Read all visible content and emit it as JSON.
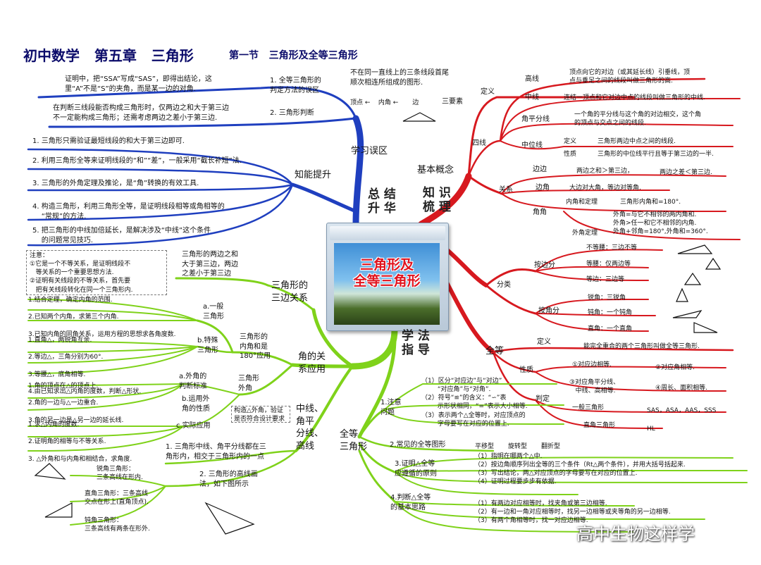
{
  "header": {
    "title": "初中数学   第五章   三角形",
    "section": "第一节   三角形及全等三角形"
  },
  "center": {
    "title": "三角形及\n全等三角形"
  },
  "watermark": "高中生物这样学",
  "branches": {
    "review": {
      "label": "总 结\n升 华",
      "mistakes_label": "学习误区",
      "mistakes": [
        {
          "label": "1. 全等三角形的\n判定方法的误区",
          "detail": "证明中，把“SSA”写成“SAS”，即得出结论，这\n里“A”不是“S”的夹角，而是某一边的对角."
        },
        {
          "label": "2. 三角形判断",
          "detail": "在判断三线段能否构成三角形时，仅两边之和大于第三边\n不一定能构成三角形；还需考虑两边之差小于第三边."
        }
      ],
      "improve_label": "知能提升",
      "improve": [
        "1. 三角形只需验证最短线段的和大于第三边即可.",
        "2. 利用三角形全等来证明线段的“和”“差”，一般采用“截长补短”法.",
        "3. 三角形的外角定理及推论，是“角”转换的有效工具.",
        "4. 构造三角形，利用三角形全等，是证明线段相等或角相等的\n    “常规”的方法.",
        "5. 把三角形的中线加倍延长，是解决涉及“中线”这个条件\n    的问题常见技巧."
      ]
    },
    "knowledge": {
      "label": "知 识\n梳 理",
      "basic_label": "基本概念",
      "definition_label": "定义",
      "definition_text": "不在同一直线上的三条线段首尾\n顺次相连所组成的图形.",
      "elements_line": "顶点 ←    内角 ←       边",
      "three_elements": "三要素",
      "four_lines_label": "四线",
      "lines": [
        {
          "name": "高线",
          "desc": "顶点向它的对边（或其延长线）引垂线，顶\n点与垂足之间的线段叫做三角形的高."
        },
        {
          "name": "中线",
          "desc": "连结一顶点和它对边中点的线段叫做三角形的中线."
        },
        {
          "name": "角平分线",
          "desc": "一个角的平分线与这个角的对边相交，这个角\n的顶点与交点之间的线段."
        },
        {
          "name": "中位线",
          "def_label": "定义",
          "def": "三角形两边中点之间的线段.",
          "prop_label": "性质",
          "prop": "三角形的中位线平行且等于第三边的一半."
        }
      ],
      "relations_label": "关系",
      "relations": [
        {
          "name": "边边",
          "a": "两边之和＞第三边，",
          "b": "两边之差＜第三边."
        },
        {
          "name": "边角",
          "a": "大边对大角，等边对等角."
        },
        {
          "name": "角角",
          "interior_label": "内角和定理",
          "interior": "三角形内角和=180°.",
          "exterior": "外角=与它不相邻的两内角和.\n外角>任一和它不相邻的内角.\n外角+邻角=180°,外角和=360°.",
          "exterior_label": "外角定理"
        }
      ],
      "class_label": "分类",
      "by_sides_label": "按边分",
      "by_sides": [
        "不等腰：三边不等",
        "等腰：仅两边等",
        "等边：三边等"
      ],
      "by_angles_label": "按角分",
      "by_angles": [
        "锐角：三锐角",
        "钝角：一个钝角",
        "直角：一个直角"
      ],
      "congruent_label": "全等",
      "congruent": {
        "def_label": "定义",
        "def": "能完全重合的两个三角形叫做全等三角形.",
        "prop_label": "性质",
        "props": [
          "①对应边相等.",
          "②对应角相等.",
          "③对应角平分线、\n   中线、高相等.",
          "④周长、面积相等."
        ],
        "judge_label": "判定",
        "general": "一般三角形",
        "general_rules": "SAS，ASA，AAS，SSS",
        "right": "直角三角形",
        "right_rule": "HL"
      }
    },
    "method": {
      "label": "学 法\n指 导",
      "note": "注意：\n①它是一个不等关系，是证明线段不\n   等关系的一个重要思想方法.\n②证明有关线段的不等关系，首先要\n   把有关线段转化在同一个三角形内.",
      "sides_rule": "三角形的两边之和\n大于第三边，两边\n之差小于第三边",
      "sides_relation": "三角形的\n三边关系",
      "tag_general": "a.一般\n三角形",
      "general_items": "1.结合定理，确定内角的范围.\n\n2.已知两个内角，求第三个内角.\n\n3.已知内角的同角关系，运用方程的思想求各角度数.",
      "interior_app": "三角形的\n内角和是\n180°应用",
      "tag_special": "b.特殊\n三角形",
      "special_items": "1.直角△，两锐角互余.\n\n2.等边△，三角分别为60°.\n\n3.等腰△，底角相等.\n\n4.由已知求出△内角的度数，判断△形状.",
      "angle_relation": "角的关\n系应用",
      "exterior_label": "三角形\n外角",
      "tag_criteria": "a.外角的\n判断标准",
      "criteria_items": "1.角的顶点在△的顶点上.\n\n2.角的一边与△一边重合.\n\n3.角的另一边是△另一边的延长线.",
      "tag_props": "b.运用外\n角的性质",
      "construct_note": "构造△外角，验证\n是否符合设计要求",
      "tag_practical": "c.实际应用",
      "practical_items": "1.求△内角的度数.\n\n2.证明角的相等与不等关系.\n\n3. △外角和与内角和相结合，求角度.",
      "lines_label": "中线、\n角平\n分线、\n高线",
      "lines_inside": "1. 三角形中线、角平分线都在三\n角形内，相交于三角形内的一点",
      "altitude_label": "2. 三角形的高线画\n法，如下图所示",
      "altitudes": [
        "锐角三角形：\n三条高线在形内.",
        "直角三角形：三条高线\n交点在形上(直角顶点).",
        "钝角三角形：\n三条高线有两条在形外."
      ],
      "congruent_label": "全等\n三角形",
      "attention_label": "1.注意\n问题",
      "attention_items": "（1）区分“对应边”与“对边”\n        “对应角”与“对角”.\n（2）符号“≌”的含义：“∽”表\n        示形状相同，“=”表示大小相等.\n（3）表示两个△全等时，对应顶点的\n        字母要写在对应的位置上.",
      "figures_label": "2.常见的全等图形",
      "figure_types": "平移型       旋转型       翻折型",
      "proof_label": "3.证明△全等\n应遵循的原则",
      "proof_items": "（1）指明在哪两个△中.\n（2）按边角顺序列出全等的三个条件（Rt△两个条件），并用大括号括起来.\n（3）写出结论，两△对应顶点的字母要写在对应的位置上.\n（4）证明过程要步步有依据.",
      "approach_label": "4.判断△全等\n的基本思路",
      "approach_items": "（1）有两边对应相等时，找夹角或第三边相等.\n（2）有一边和一角对应相等时，找另一边相等或夹等角的另一边相等.\n（3）有两个角相等时，找一对应边相等."
    }
  }
}
